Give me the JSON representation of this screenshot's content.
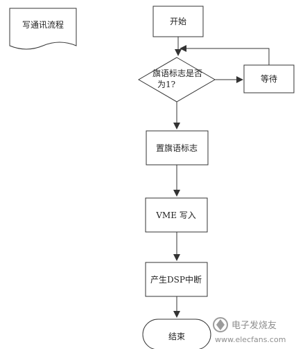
{
  "diagram": {
    "doc_label": "写通讯流程",
    "nodes": {
      "start": "开始",
      "decision_line1": "旗语标志是否",
      "decision_line2": "为1?",
      "wait": "等待",
      "set_flag": "置旗语标志",
      "vme_write": "VME 写入",
      "dsp_interrupt": "产生DSP中断",
      "end": "结束"
    }
  },
  "watermark": {
    "text": "电子发烧友",
    "url": "www.elecfans.com"
  },
  "colors": {
    "stroke": "#333333",
    "text": "#222222",
    "watermark": "#8a8a8a"
  }
}
